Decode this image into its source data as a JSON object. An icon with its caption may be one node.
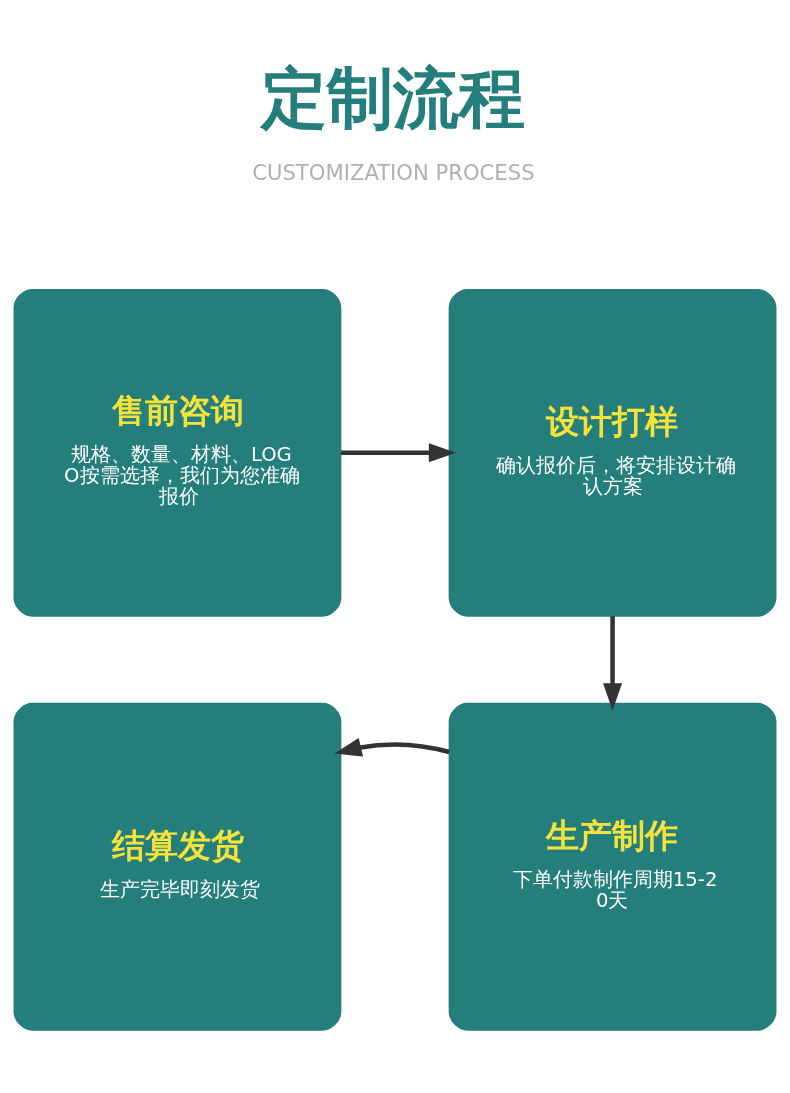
{
  "diagram": {
    "title": "定制流程",
    "nodes": [
      {
        "text": [
          "售前咨询",
          "规格、数量、材料、LOGO按需选择，我们为您准确报价"
        ]
      },
      {
        "text": [
          "设计打样",
          "确认报价后，将安排设计确认方案"
        ]
      },
      {
        "text": [
          "结算发货",
          "生产完毕即刻发货"
        ]
      },
      {
        "text": [
          "生产制作",
          "下单付款制作周期15-20天"
        ]
      }
    ],
    "edges": [
      {
        "from": 0,
        "to": 1,
        "arrow": "to"
      },
      {
        "from": 1,
        "to": 3,
        "arrow": "to"
      },
      {
        "from": 3,
        "to": 2,
        "arrow": "to"
      }
    ],
    "labels": [
      "CUSTOMIZATION PROCESS"
    ]
  }
}
